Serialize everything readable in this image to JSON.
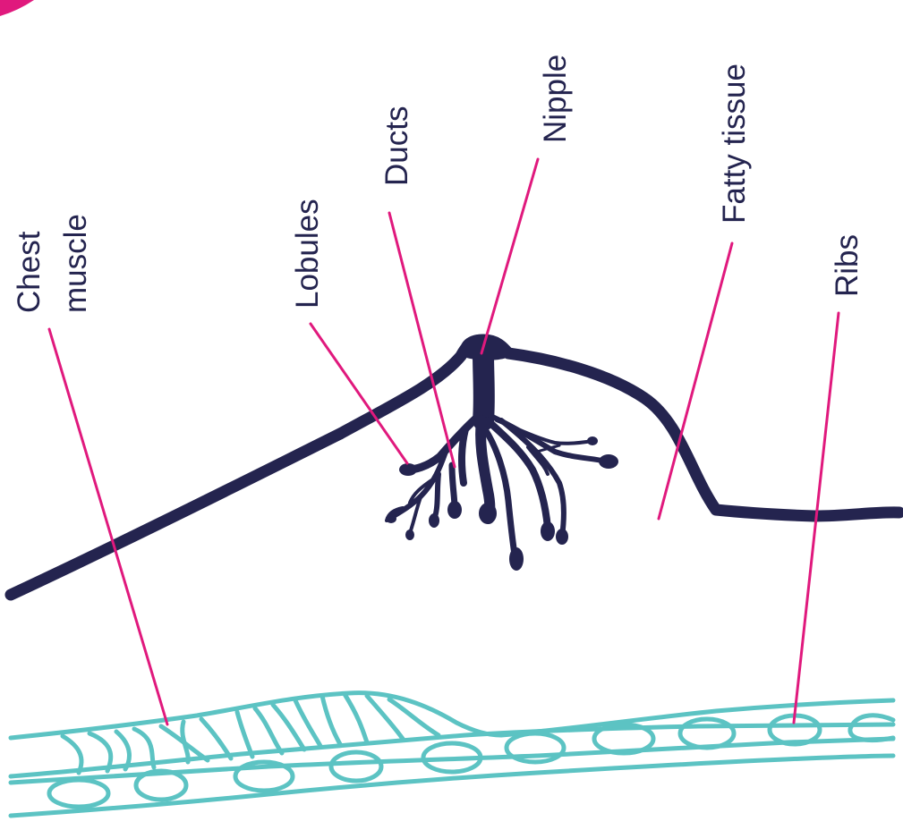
{
  "labels": {
    "chest_muscle_line1": "Chest",
    "chest_muscle_line2": "muscle",
    "lobules": "Lobules",
    "ducts": "Ducts",
    "nipple": "Nipple",
    "fatty_tissue": "Fatty tissue",
    "ribs": "Ribs"
  },
  "colors": {
    "outline": "#24244f",
    "leader": "#e0197d",
    "muscle": "#5cc3c3",
    "corner_accent": "#e0197d",
    "background": "#ffffff"
  }
}
